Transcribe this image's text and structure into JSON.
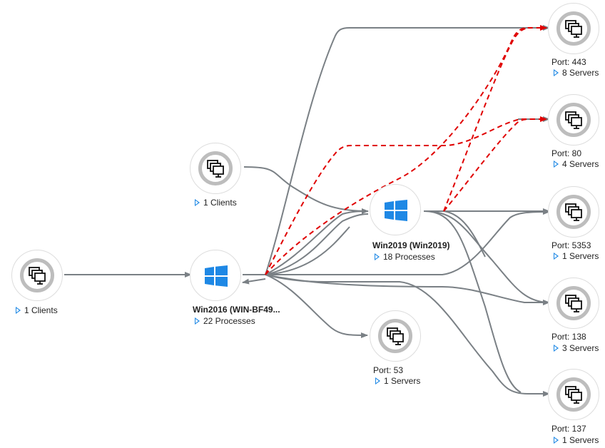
{
  "colors": {
    "edge": "#7a8085",
    "edge_alert": "#e00000",
    "node_ring": "#bdbdbd",
    "windows_blue": "#1e88e5"
  },
  "nodes": {
    "clients_left": {
      "icon": "server-group-icon",
      "expander": "1 Clients"
    },
    "clients_top": {
      "icon": "server-group-icon",
      "expander": "1 Clients"
    },
    "win2016": {
      "icon": "windows-logo-icon",
      "title": "Win2016 (WIN-BF49...",
      "expander": "22 Processes"
    },
    "win2019": {
      "icon": "windows-logo-icon",
      "title": "Win2019 (Win2019)",
      "expander": "18 Processes"
    },
    "port53": {
      "icon": "server-group-icon",
      "title": "Port: 53",
      "expander": "1 Servers"
    },
    "port443": {
      "icon": "server-group-icon",
      "title": "Port: 443",
      "expander": "8 Servers"
    },
    "port80": {
      "icon": "server-group-icon",
      "title": "Port: 80",
      "expander": "4 Servers"
    },
    "port5353": {
      "icon": "server-group-icon",
      "title": "Port: 5353",
      "expander": "1 Servers"
    },
    "port138": {
      "icon": "server-group-icon",
      "title": "Port: 138",
      "expander": "3 Servers"
    },
    "port137": {
      "icon": "server-group-icon",
      "title": "Port: 137",
      "expander": "1 Servers"
    }
  }
}
